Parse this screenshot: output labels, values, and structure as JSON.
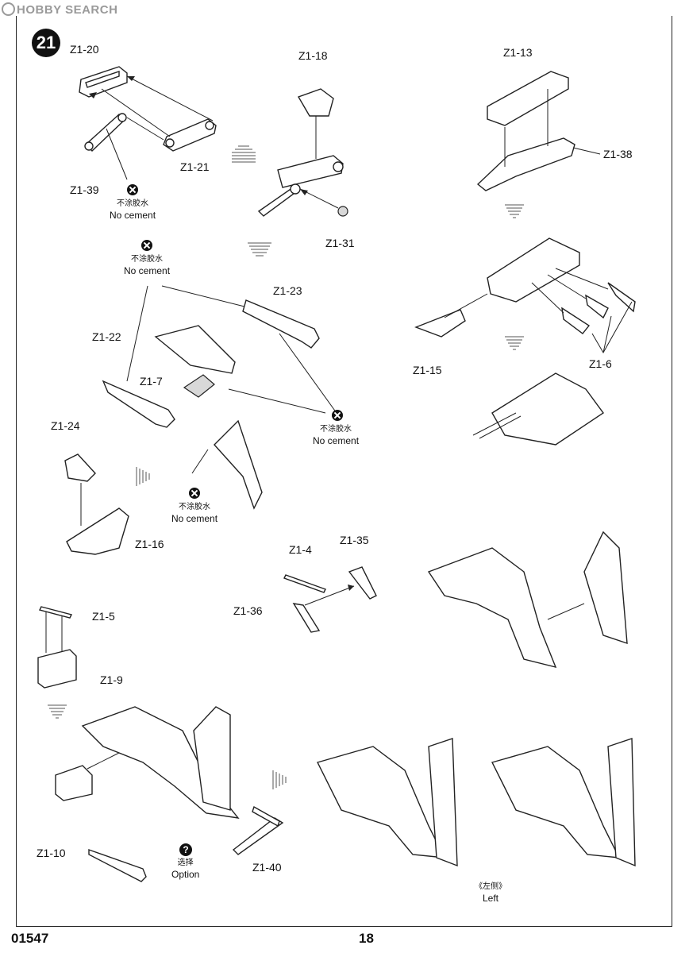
{
  "watermark": "HOBBY SEARCH",
  "step_number": "21",
  "parts": {
    "z1_20": "Z1-20",
    "z1_21": "Z1-21",
    "z1_39": "Z1-39",
    "z1_18": "Z1-18",
    "z1_31": "Z1-31",
    "z1_13": "Z1-13",
    "z1_38": "Z1-38",
    "z1_23": "Z1-23",
    "z1_22": "Z1-22",
    "z1_7": "Z1-7",
    "z1_15": "Z1-15",
    "z1_6": "Z1-6",
    "z1_24": "Z1-24",
    "z1_16": "Z1-16",
    "z1_4": "Z1-4",
    "z1_35": "Z1-35",
    "z1_36": "Z1-36",
    "z1_5": "Z1-5",
    "z1_9": "Z1-9",
    "z1_10": "Z1-10",
    "z1_40": "Z1-40"
  },
  "notes": {
    "no_cement_cn": "不涂胶水",
    "no_cement_en": "No cement",
    "option_cn": "选择",
    "option_en": "Option",
    "left_cn": "《左侧》",
    "left_en": "Left"
  },
  "footer": {
    "kit_number": "01547",
    "page_number": "18"
  },
  "icons": {
    "no_cement": "no-cement-icon",
    "option": "question-icon",
    "step_arrow": "hatched-arrow-icon"
  }
}
